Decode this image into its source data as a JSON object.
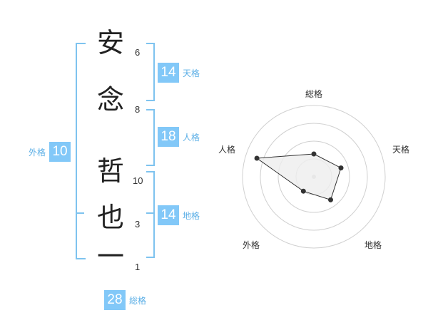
{
  "name": {
    "characters": [
      {
        "char": "安",
        "strokes": "6"
      },
      {
        "char": "念",
        "strokes": "8"
      },
      {
        "char": "哲",
        "strokes": "10"
      },
      {
        "char": "也",
        "strokes": "3"
      },
      {
        "char": "一",
        "strokes": "1"
      }
    ]
  },
  "fortune": {
    "tenkaku": {
      "value": "14",
      "label": "天格"
    },
    "jinkaku": {
      "value": "18",
      "label": "人格"
    },
    "chikaku": {
      "value": "14",
      "label": "地格"
    },
    "gaikaku": {
      "value": "10",
      "label": "外格"
    },
    "soukaku": {
      "value": "28",
      "label": "総格"
    }
  },
  "colors": {
    "accent": "#82c8f8",
    "accent_text": "#5aaee6",
    "bracket": "#7ec3ef",
    "ring": "#d0d0d0",
    "polygon_fill": "#eeeeee",
    "point": "#333333"
  },
  "chart_data": {
    "type": "radar",
    "axes": [
      "総格",
      "天格",
      "地格",
      "外格",
      "人格"
    ],
    "values": [
      0.32,
      0.4,
      0.4,
      0.25,
      0.84
    ],
    "range": [
      0,
      1
    ],
    "rings": 4
  }
}
